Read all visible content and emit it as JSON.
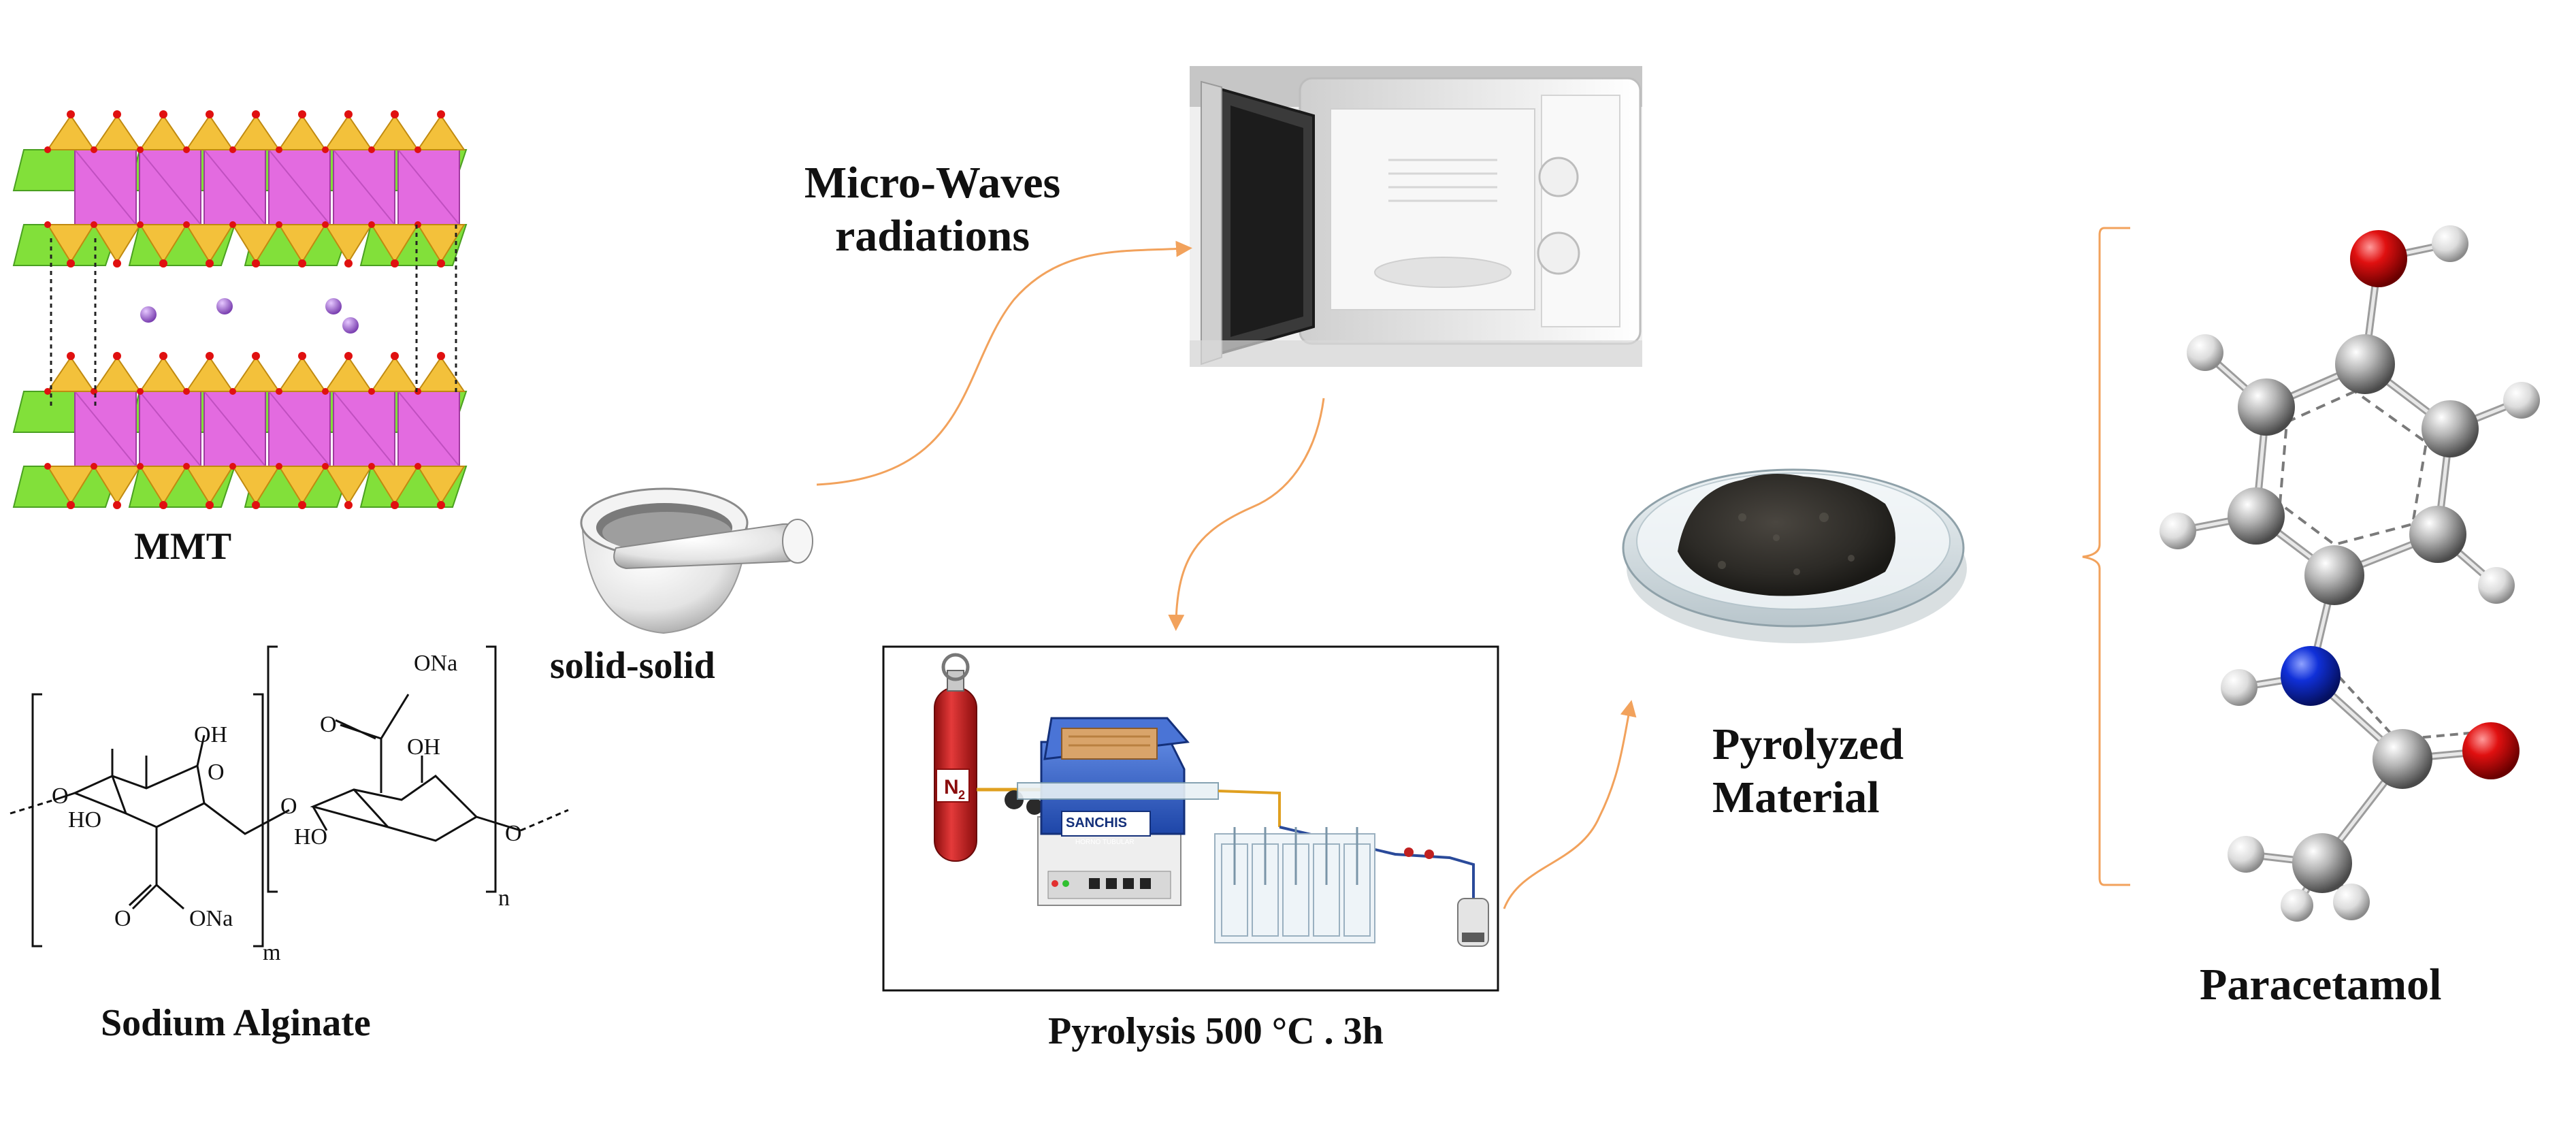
{
  "labels": {
    "mmt": "MMT",
    "sodium_alginate": "Sodium Alginate",
    "solid_solid": "solid-solid",
    "micro_waves_line1": "Micro-Waves",
    "micro_waves_line2": "radiations",
    "pyrolysis": "Pyrolysis 500 °C . 3h",
    "pyrolyzed_line1": "Pyrolyzed",
    "pyrolyzed_line2": "Material",
    "paracetamol": "Paracetamol"
  },
  "alginate_structure": {
    "ring1": {
      "oh_top": "OH",
      "o_ring": "O",
      "ho_left": "HO",
      "o_carbonyl": "O",
      "ona": "ONa"
    },
    "ring2": {
      "ona_top": "ONa",
      "o_carbonyl": "O",
      "oh_top": "OH",
      "ho_left": "HO"
    },
    "linkers": {
      "o_left": "O",
      "o_mid": "O",
      "o_right": "O"
    },
    "subscripts": {
      "m": "m",
      "n": "n"
    }
  },
  "equipment": {
    "cylinder_label": "N",
    "cylinder_subscript": "2",
    "furnace_brand": "SANCHIS",
    "furnace_model": "HORNO TUBULAR"
  },
  "colors": {
    "arrow": "#f2a25c",
    "bracket": "#f2a25c",
    "mmt_octahedra": "#e36be0",
    "mmt_tetrahedra_green": "#82e03a",
    "mmt_tetrahedra_yellow": "#f3c13b",
    "mmt_cation": "#9b5fc8",
    "oxygen_atom": "#e01010",
    "nitrogen_atom": "#1030d8",
    "carbon_atom": "#9a9a9a",
    "hydrogen_atom": "#d0d0d0",
    "furnace_blue": "#2f5fc8",
    "gas_cylinder": "#d42020"
  }
}
